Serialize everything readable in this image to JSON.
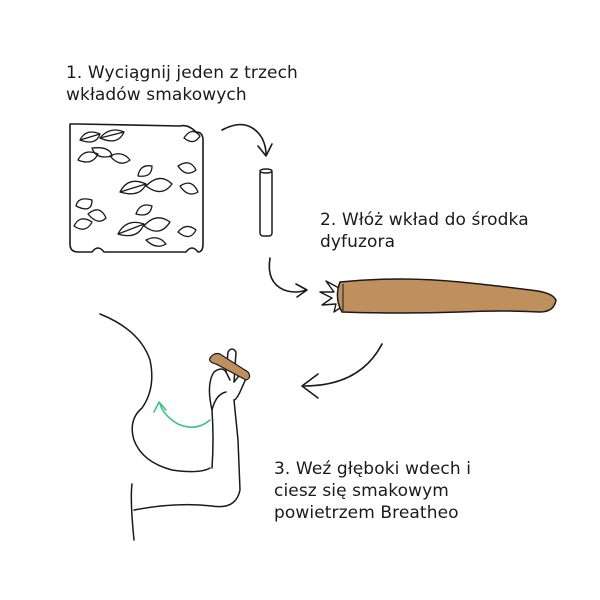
{
  "steps": [
    {
      "lines": [
        "1. Wyciągnij jeden z trzech",
        "wkładów smakowych"
      ]
    },
    {
      "lines": [
        "2. Włóż wkład do środka",
        "dyfuzora"
      ]
    },
    {
      "lines": [
        "3. Weź głęboki wdech i",
        "ciesz się smakowym",
        "powietrzem Breatheo"
      ]
    }
  ],
  "colors": {
    "ink": "#1a1a1a",
    "diffuser_fill": "#c08f5e",
    "inhale_arrow": "#3fc28a",
    "background": "#ffffff"
  }
}
